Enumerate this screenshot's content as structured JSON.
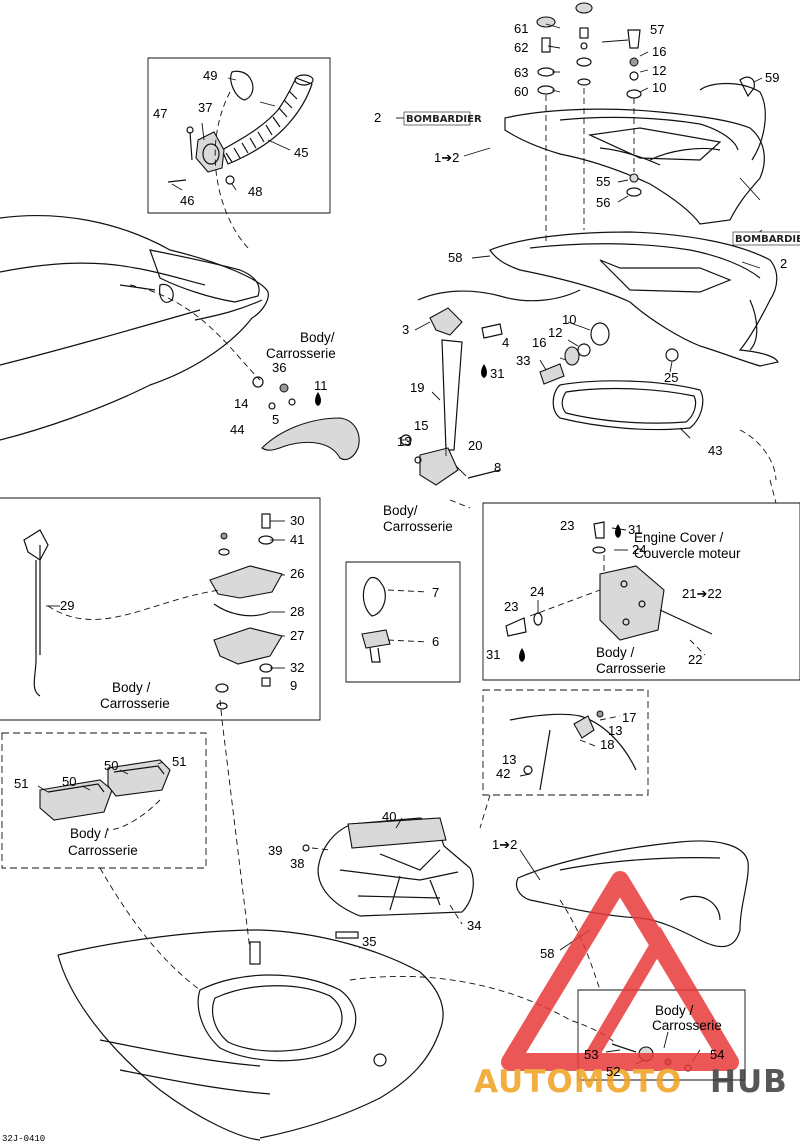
{
  "brand_logo_text": "BOMBARDIER",
  "drawing_code": "32J-0410",
  "watermark": {
    "text_left": "AUTOMOTO",
    "text_right": "HUB",
    "color_red": "#e8393a",
    "color_orange": "#f0a01e",
    "color_dark": "#3a3a3a"
  },
  "labels": {
    "body_carrosserie": "Body/ Carrosserie",
    "body_carrosserie_spaced": "Body / Carrosserie",
    "engine_cover_line1": "Engine Cover /",
    "engine_cover_line2": "Couvercle moteur"
  },
  "callouts": {
    "p1_2a": "1➔2",
    "p1_2b": "1➔2",
    "p2a": "2",
    "p2b": "2",
    "p3": "3",
    "p4": "4",
    "p5": "5",
    "p6": "6",
    "p7": "7",
    "p8": "8",
    "p9": "9",
    "p10a": "10",
    "p10b": "10",
    "p11": "11",
    "p12a": "12",
    "p12b": "12",
    "p13a": "13",
    "p13b": "13",
    "p14": "14",
    "p15": "15",
    "p16a": "16",
    "p16b": "16",
    "p17": "17",
    "p18": "18",
    "p19": "19",
    "p20": "20",
    "p21_22": "21➔22",
    "p22": "22",
    "p23a": "23",
    "p23b": "23",
    "p24a": "24",
    "p24b": "24",
    "p25": "25",
    "p26": "26",
    "p27": "27",
    "p28": "28",
    "p29": "29",
    "p30": "30",
    "p31a": "31",
    "p31b": "31",
    "p31c": "31",
    "p32": "32",
    "p33": "33",
    "p34": "34",
    "p35": "35",
    "p36": "36",
    "p37": "37",
    "p38": "38",
    "p39": "39",
    "p40": "40",
    "p41": "41",
    "p42": "42",
    "p43": "43",
    "p44": "44",
    "p45": "45",
    "p46": "46",
    "p47": "47",
    "p48": "48",
    "p49": "49",
    "p50a": "50",
    "p50b": "50",
    "p51a": "51",
    "p51b": "51",
    "p52": "52",
    "p53": "53",
    "p54": "54",
    "p55": "55",
    "p56": "56",
    "p57": "57",
    "p58a": "58",
    "p58b": "58",
    "p59": "59",
    "p60": "60",
    "p61": "61",
    "p62": "62",
    "p63": "63"
  }
}
